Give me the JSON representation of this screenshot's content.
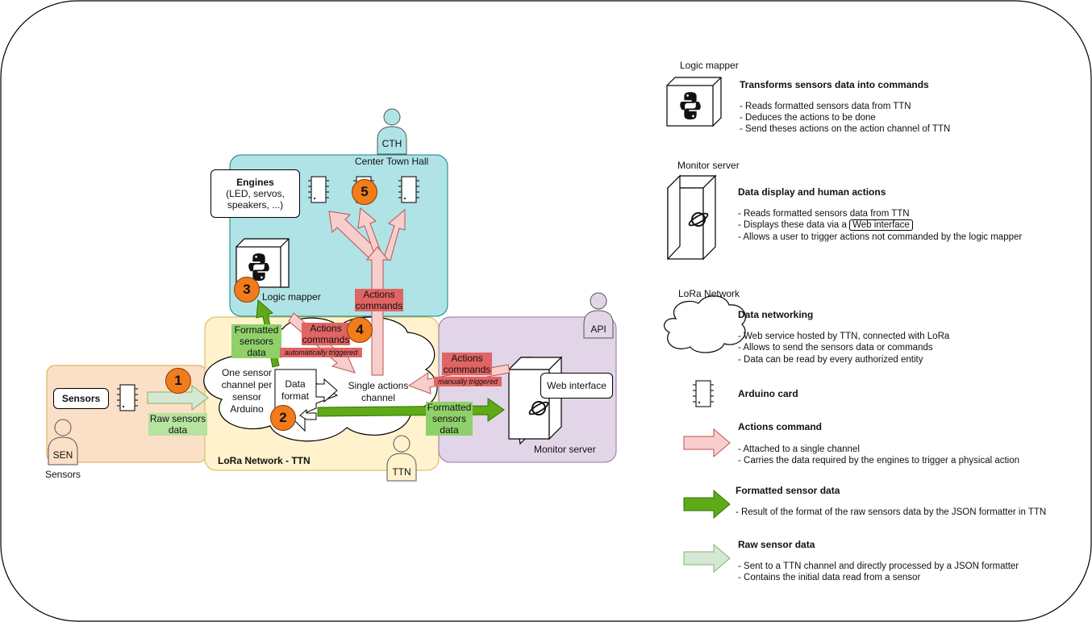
{
  "zones": {
    "sensors": {
      "actor": "SEN",
      "caption": "Sensors",
      "box_label": "Sensors",
      "arrow_label": "Raw sensors data"
    },
    "ttn": {
      "title": "LoRa Network - TTN",
      "actor": "TTN",
      "channel_label": "One sensor channel per sensor Arduino",
      "format_label": "Data format",
      "actions_channel": "Single actions channel"
    },
    "cth": {
      "actor": "CTH",
      "caption": "Center Town Hall",
      "engines_title": "Engines",
      "engines_sub": "(LED, servos, speakers, ...)",
      "logic_mapper": "Logic mapper"
    },
    "api": {
      "actor": "API",
      "web_interface": "Web interface",
      "monitor_server": "Monitor server"
    }
  },
  "flow_labels": {
    "formatted_to_logic": "Formatted sensors data",
    "actions_auto": "Actions commands",
    "auto_note": "automatically triggered",
    "actions_up": "Actions commands",
    "actions_manual": "Actions commands",
    "manual_note": "manually triggered",
    "formatted_to_monitor": "Formatted sensors data"
  },
  "badges": [
    "1",
    "2",
    "3",
    "4",
    "5"
  ],
  "legend": {
    "logic_mapper": {
      "caption": "Logic mapper",
      "title": "Transforms sensors data into commands",
      "lines": [
        "- Reads formatted sensors data from TTN",
        "- Deduces the actions to be done",
        "- Send theses actions on the action channel of TTN"
      ]
    },
    "monitor_server": {
      "caption": "Monitor server",
      "title": "Data display and human actions",
      "line1": "- Reads formatted sensors data from TTN",
      "line2_prefix": "- Displays these data via a",
      "line2_box": "Web interface",
      "line3": "- Allows a user to trigger actions not commanded by the logic mapper"
    },
    "lora": {
      "caption": "LoRa Network",
      "title": "Data networking",
      "lines": [
        "- Web service hosted by TTN, connected with LoRa",
        "- Allows to send the sensors data or commands",
        "- Data can be read by every authorized entity"
      ]
    },
    "arduino": {
      "title": "Arduino card"
    },
    "actions_command": {
      "title": "Actions command",
      "lines": [
        "- Attached to a single channel",
        "- Carries the data required by the engines to trigger a physical action"
      ]
    },
    "formatted": {
      "title": "Formatted sensor data",
      "lines": [
        "- Result of the format of the raw sensors data by the JSON formatter in TTN"
      ]
    },
    "raw": {
      "title": "Raw sensor data",
      "lines": [
        "- Sent to a TTN channel and directly processed by a JSON formatter",
        "- Contains the initial data read from a sensor"
      ]
    }
  },
  "colors": {
    "sensors_zone": "#fbdfc6",
    "ttn_zone": "#fff2cc",
    "cth_zone": "#b0e3e6",
    "api_zone": "#e1d5e7",
    "actions_arrow": "#f8cecc",
    "formatted_arrow": "#60a917",
    "raw_arrow": "#d5e8d4",
    "badge": "#f07c1c"
  }
}
